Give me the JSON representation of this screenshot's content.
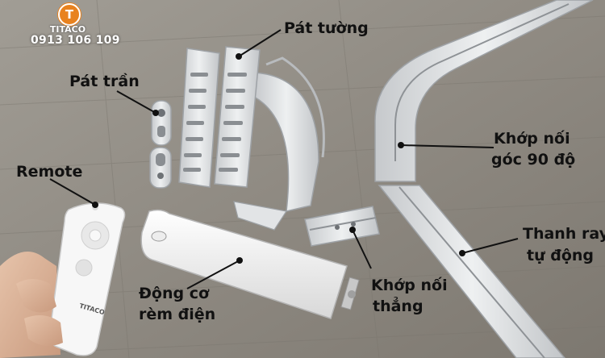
{
  "brand": {
    "logo_letter": "T",
    "logo_text": "TITACO",
    "phone": "0913 106 109",
    "remote_brand": "TITACO"
  },
  "labels": {
    "pat_tuong": "Pát tường",
    "pat_tran": "Pát trần",
    "remote": "Remote",
    "khop_noi_goc_line1": "Khớp nối",
    "khop_noi_goc_line2": "góc 90 độ",
    "thanh_ray_line1": "Thanh ray",
    "thanh_ray_line2": "tự động",
    "khop_noi_thang_line1": "Khớp nối",
    "khop_noi_thang_line2": "thẳng",
    "dong_co_line1": "Động cơ",
    "dong_co_line2": "rèm điện"
  },
  "colors": {
    "background_wood": "#8d8981",
    "logo_orange": "#e8821f",
    "metal": "#d9dbdd",
    "label_text": "#111111"
  }
}
